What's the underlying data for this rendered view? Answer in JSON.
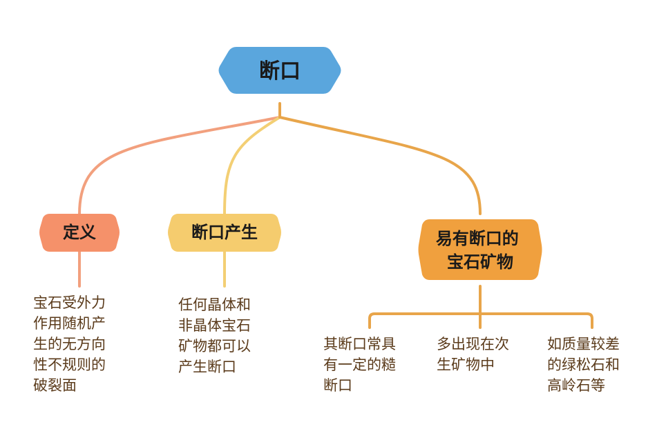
{
  "root": {
    "label": "断口",
    "color": "#5aa6dd"
  },
  "branches": [
    {
      "id": "definition",
      "label": "定义",
      "color": "#f5916a",
      "line_color": "#f2a07e",
      "description": [
        "宝石受外力",
        "作用随机产",
        "生的无方向",
        "性不规则的",
        "破裂面"
      ]
    },
    {
      "id": "origin",
      "label": "断口产生",
      "color": "#f5cc6e",
      "line_color": "#f3cf74",
      "description": [
        "任何晶体和",
        "非晶体宝石",
        "矿物都可以",
        "产生断口"
      ]
    },
    {
      "id": "gems",
      "label_lines": [
        "易有断口的",
        "宝石矿物"
      ],
      "color": "#f0a03e",
      "line_color": "#e8a54a",
      "children": [
        {
          "id": "gems-1",
          "description": [
            "其断口常具",
            "有一定的糙",
            "断口"
          ]
        },
        {
          "id": "gems-2",
          "description": [
            "多出现在次",
            "生矿物中"
          ]
        },
        {
          "id": "gems-3",
          "description": [
            "如质量较差",
            "的绿松石和",
            "高岭石等"
          ]
        }
      ]
    }
  ],
  "connector_color": "#e8a54a"
}
